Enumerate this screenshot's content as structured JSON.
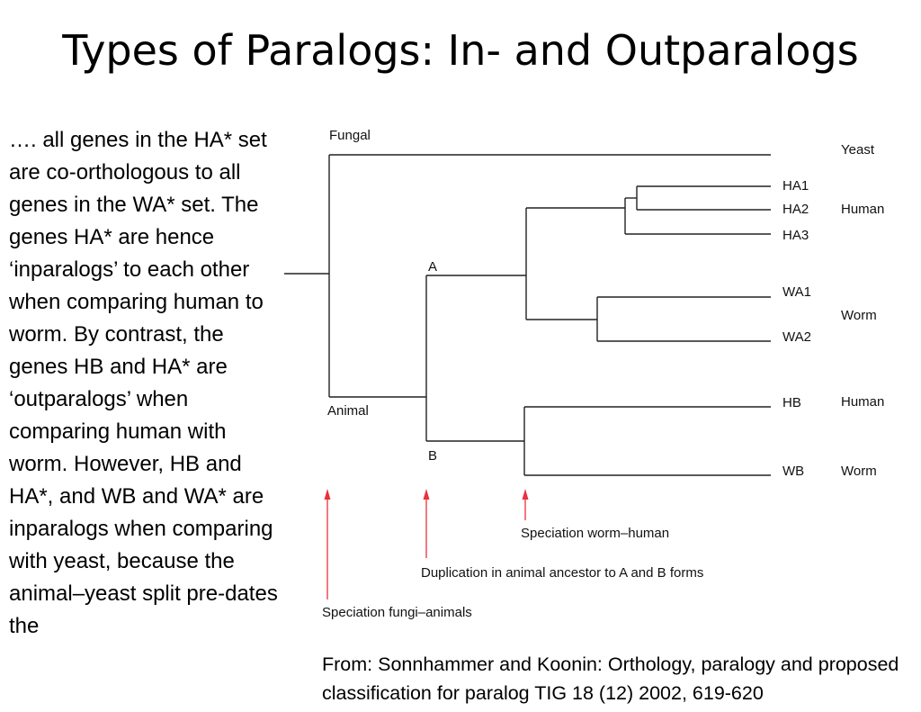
{
  "title": "Types of Paralogs: In- and Outparalogs",
  "body_text": "…. all genes in the HA* set are co-orthologous to all genes in the WA* set. The genes HA* are hence ‘inparalogs’ to each other when comparing human to worm. By contrast, the genes HB and HA* are ‘outparalogs’ when comparing human with worm. However, HB and HA*, and WB and WA* are inparalogs when comparing with yeast, because the animal–yeast split pre-dates the",
  "citation": "From: Sonnhammer and Koonin: Orthology, paralogy and proposed classification for paralog TIG 18 (12) 2002, 619-620",
  "diagram": {
    "node_labels": {
      "fungal": "Fungal",
      "animal": "Animal",
      "a": "A",
      "b": "B"
    },
    "leaves": [
      "HA1",
      "HA2",
      "HA3",
      "WA1",
      "WA2",
      "HB",
      "WB"
    ],
    "species": {
      "yeast": "Yeast",
      "human_a": "Human",
      "worm_a": "Worm",
      "human_b": "Human",
      "worm_b": "Worm"
    },
    "annotations": {
      "speciation_worm_human": "Speciation worm–human",
      "duplication": "Duplication in animal ancestor to A and B forms",
      "speciation_fungi_animals": "Speciation fungi–animals"
    },
    "colors": {
      "tree": "#222222",
      "arrows": "#e8323c"
    }
  }
}
